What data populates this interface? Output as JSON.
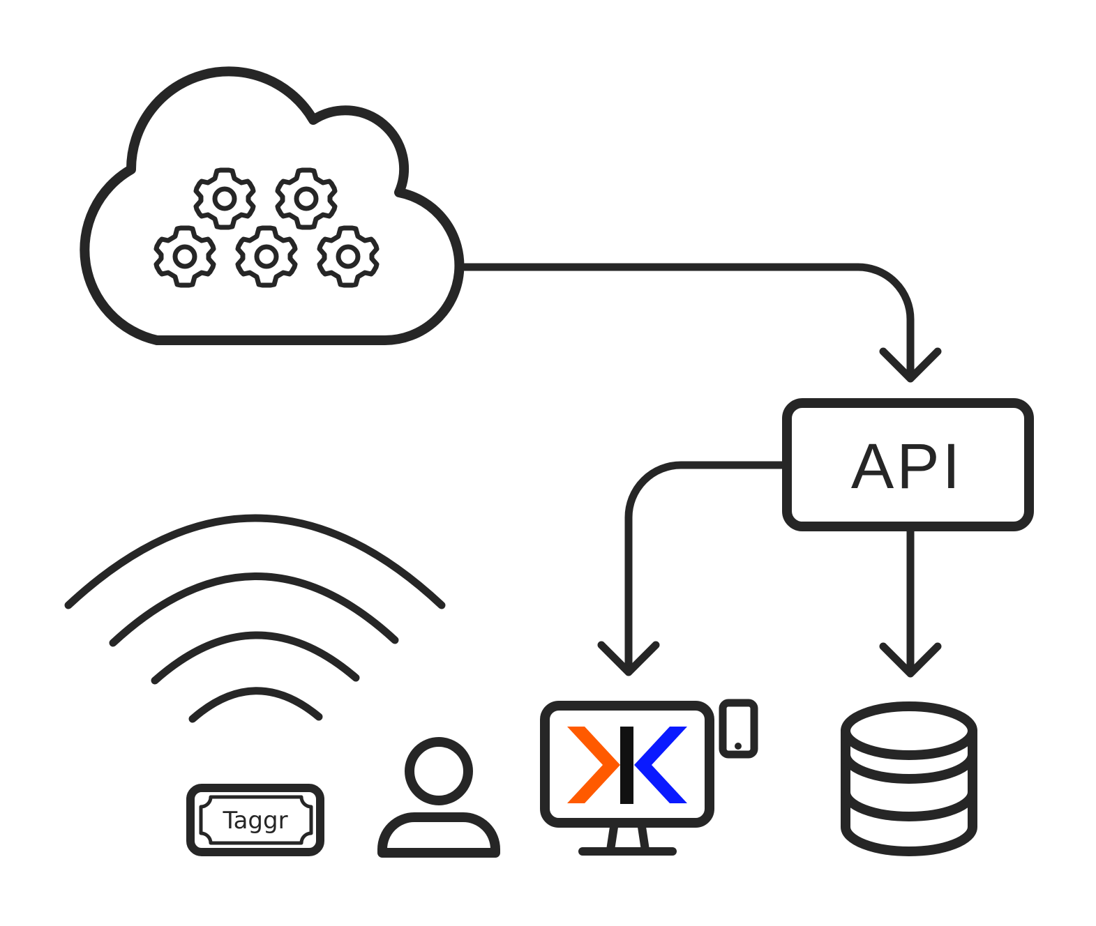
{
  "nodes": {
    "cloud": {
      "icon": "cloud-with-gears-icon"
    },
    "api": {
      "label": "API",
      "icon": "api-box"
    },
    "database": {
      "icon": "database-icon"
    },
    "monitor": {
      "icon": "monitor-with-logo-icon"
    },
    "phone": {
      "icon": "mobile-phone-icon"
    },
    "user": {
      "icon": "user-icon"
    },
    "tag": {
      "label": "Taggr",
      "icon": "nfc-tag-icon"
    },
    "signal": {
      "icon": "wireless-signal-icon"
    }
  },
  "colors": {
    "stroke": "#262626",
    "logo_orange": "#ff5a00",
    "logo_blue": "#0a1aff",
    "logo_black": "#111111"
  }
}
